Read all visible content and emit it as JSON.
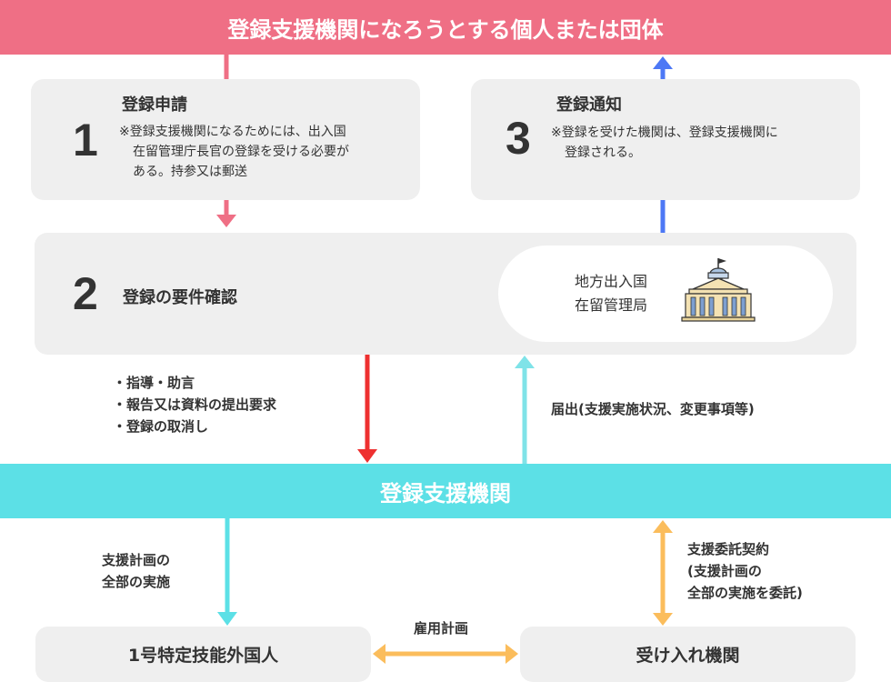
{
  "header": {
    "title": "登録支援機関になろうとする個人または団体"
  },
  "step1": {
    "number": "1",
    "title": "登録申請",
    "note_line1": "※登録支援機関になるためには、出入国",
    "note_line2": "在留管理庁長官の登録を受ける必要が",
    "note_line3": "ある。持参又は郵送"
  },
  "step3": {
    "number": "3",
    "title": "登録通知",
    "note_line1": "※登録を受けた機関は、登録支援機関に",
    "note_line2": "登録される。"
  },
  "step2": {
    "number": "2",
    "title": "登録の要件確認",
    "office_line1": "地方出入国",
    "office_line2": "在留管理局",
    "office_icon": "government-building-icon"
  },
  "middle": {
    "guidance_items": [
      "・指導・助言",
      "・報告又は資料の提出要求",
      "・登録の取消し"
    ],
    "notification_label": "届出(支援実施状況、変更事項等)",
    "band_title": "登録支援機関"
  },
  "bottom": {
    "support_label_line1": "支援計画の",
    "support_label_line2": "全部の実施",
    "delegation_line1": "支援委託契約",
    "delegation_line2": "(支援計画の",
    "delegation_line3": "全部の実施を委託)",
    "employment_label": "雇用計画",
    "worker_box": "1号特定技能外国人",
    "receiving_box": "受け入れ機関"
  },
  "colors": {
    "pink": "#ef6f85",
    "cyan": "#5ce0e6",
    "blue": "#4d78f5",
    "red": "#ee3030",
    "light_cyan": "#7fe3e8",
    "orange": "#fbbd5c",
    "box_gray": "#efefef"
  }
}
